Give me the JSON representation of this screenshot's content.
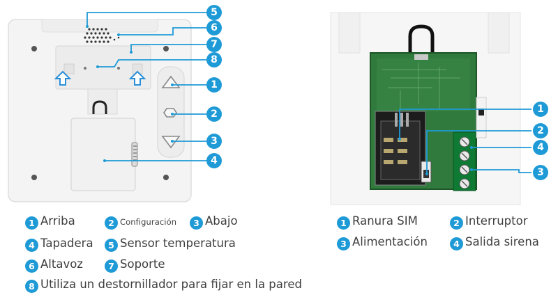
{
  "colors": {
    "accent": "#1e9ad6",
    "pcb": "#2f7a3c",
    "terminal": "#0f7a33"
  },
  "left_callouts": [
    "5",
    "6",
    "7",
    "8",
    "1",
    "2",
    "3",
    "4"
  ],
  "right_callouts": [
    "1",
    "2",
    "4",
    "3"
  ],
  "left_legend": [
    {
      "num": "1",
      "text": "Arriba"
    },
    {
      "num": "2",
      "text": "Configuración"
    },
    {
      "num": "3",
      "text": "Abajo"
    },
    {
      "num": "4",
      "text": "Tapadera"
    },
    {
      "num": "5",
      "text": "Sensor temperatura"
    },
    {
      "num": "6",
      "text": "Altavoz"
    },
    {
      "num": "7",
      "text": "Soporte"
    },
    {
      "num": "8",
      "text": "Utiliza un destornillador para fijar en la pared"
    }
  ],
  "right_legend": [
    {
      "num": "1",
      "text": "Ranura SIM"
    },
    {
      "num": "2",
      "text": "Interruptor"
    },
    {
      "num": "3",
      "text": "Alimentación"
    },
    {
      "num": "4",
      "text": "Salida sirena"
    }
  ],
  "icons": [
    "up-arrow-icon",
    "hexagon-icon",
    "down-arrow-icon",
    "hook-icon"
  ]
}
